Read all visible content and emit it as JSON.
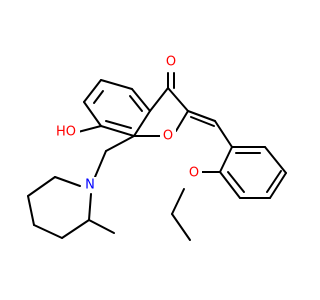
{
  "atoms": {
    "carbonyl_oxygen": {
      "label": "O",
      "color": "#ff0000"
    },
    "hydroxyl": {
      "label": "HO",
      "color": "#ff0000"
    },
    "furan_oxygen": {
      "label": "O",
      "color": "#ff0000"
    },
    "ether_oxygen": {
      "label": "O",
      "color": "#ff0000"
    },
    "piperidine_nitrogen": {
      "label": "N",
      "color": "#0000ff"
    }
  },
  "colors": {
    "bond": "#000000",
    "oxygen": "#ff0000",
    "nitrogen": "#0000ff",
    "background": "#ffffff"
  }
}
